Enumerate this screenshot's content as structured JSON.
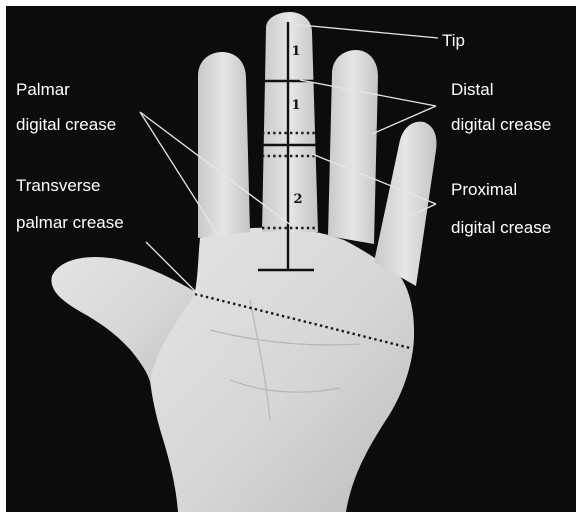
{
  "figure": {
    "labels": {
      "tip": "Tip",
      "distal_line1": "Distal",
      "distal_line2": "digital crease",
      "palmar_line1": "Palmar",
      "palmar_line2": "digital crease",
      "transverse_line1": "Transverse",
      "transverse_line2": "palmar crease",
      "proximal_line1": "Proximal",
      "proximal_line2": "digital crease"
    },
    "segments": [
      "1",
      "1",
      "2"
    ],
    "colors": {
      "background": "#0c0c0c",
      "skin": "#dedede",
      "label_text": "#ffffff",
      "marks": "#111111"
    }
  }
}
